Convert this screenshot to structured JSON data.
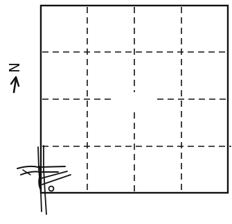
{
  "north_label": "N",
  "colors": {
    "ink": "#111111",
    "background": "#ffffff"
  },
  "grid": {
    "rows": 4,
    "columns": 4,
    "border_style": "solid",
    "interior_line_style": "dashed",
    "center_region": "open"
  },
  "compass_icon": "north-arrow-icon",
  "corner_symbol_icon": "road-junction-sketch-icon"
}
